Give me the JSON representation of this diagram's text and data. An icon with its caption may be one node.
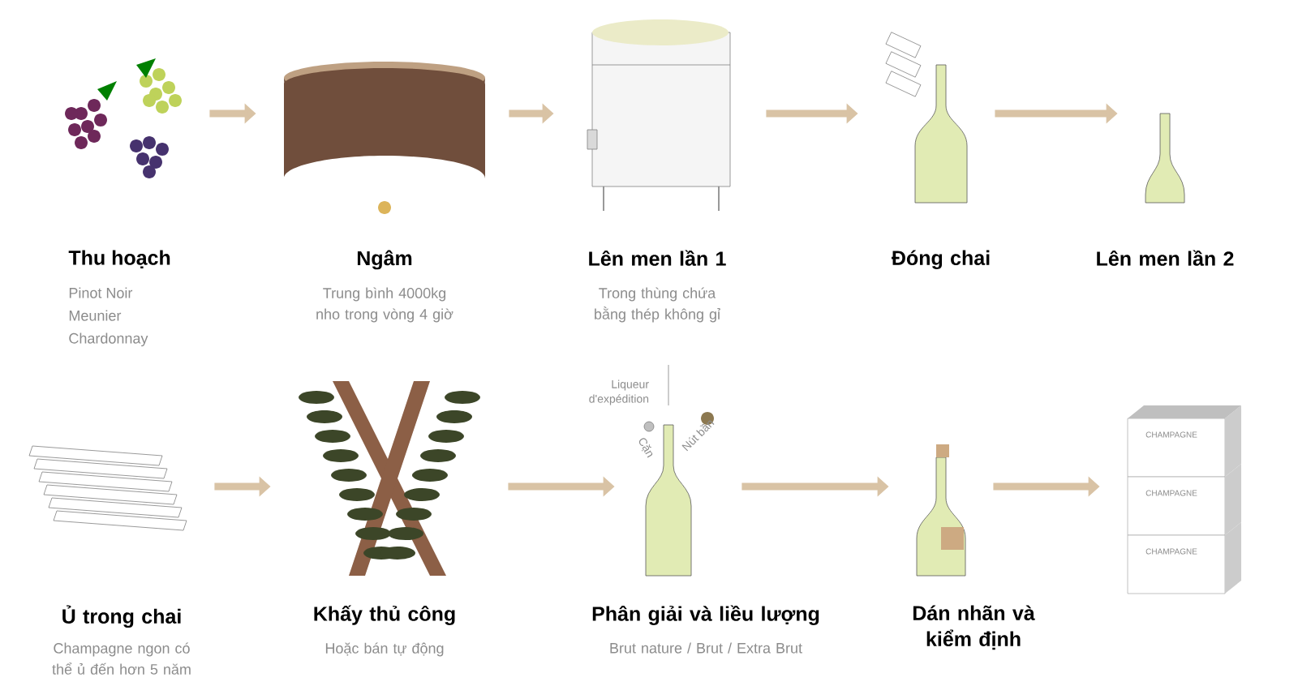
{
  "diagram": {
    "nodes": [
      {
        "text": [],
        "shape": "picture",
        "beside": [
          "Thu hoạch",
          "Pinot Noir",
          "Meunier",
          "Chardonnay"
        ]
      },
      {
        "text": [],
        "shape": "picture",
        "beside": [
          "Ngâm",
          "Trung bình 4000kg nho trong vòng 4 giờ"
        ]
      },
      {
        "text": [],
        "shape": "picture",
        "beside": [
          "Lên men lần 1",
          "Trong thùng chứa bằng thép không gỉ"
        ]
      },
      {
        "text": [],
        "shape": "picture",
        "beside": [
          "Đóng chai"
        ]
      },
      {
        "text": [],
        "shape": "picture",
        "beside": [
          "Lên men lần 2"
        ]
      },
      {
        "text": [],
        "shape": "picture",
        "beside": [
          "Ủ trong chai",
          "Champagne ngon có thể ủ đến hơn 5 năm"
        ]
      },
      {
        "text": [],
        "shape": "picture",
        "beside": [
          "Khấy thủ công",
          "Hoặc bán tự động"
        ]
      },
      {
        "text": [],
        "shape": "picture",
        "beside": [
          "Phân giải và liều lượng",
          "Brut nature / Brut /  Extra Brut"
        ]
      },
      {
        "text": [],
        "shape": "picture",
        "beside": [
          "Dán nhãn và kiểm định"
        ]
      },
      {
        "text": [],
        "shape": "picture"
      }
    ],
    "edges": [
      {
        "from": 0,
        "to": 1,
        "arrow": "to"
      },
      {
        "from": 1,
        "to": 2,
        "arrow": "to"
      },
      {
        "from": 2,
        "to": 3,
        "arrow": "to"
      },
      {
        "from": 3,
        "to": 4,
        "arrow": "to"
      },
      {
        "from": 5,
        "to": 6,
        "arrow": "to"
      },
      {
        "from": 6,
        "to": 7,
        "arrow": "to"
      },
      {
        "from": 7,
        "to": 8,
        "arrow": "to"
      },
      {
        "from": 8,
        "to": 9,
        "arrow": "to"
      }
    ],
    "labels": [
      "Liqueur d'expédition",
      "Cặn",
      "Nút bần",
      "CHAMPAGNE",
      "CHAMPAGNE",
      "CHAMPAGNE"
    ]
  }
}
